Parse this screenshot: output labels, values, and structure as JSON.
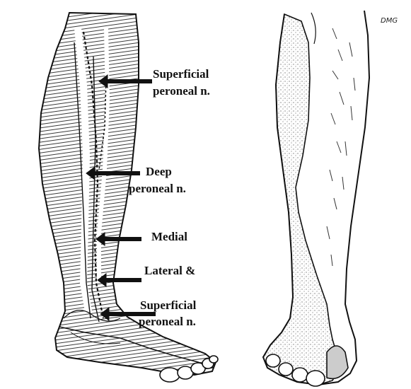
{
  "labels": {
    "superficial_1": "Superficial",
    "superficial_1b": "peroneal n.",
    "deep": "Deep",
    "deep_b": "peroneal n.",
    "medial": "Medial",
    "lateral": "Lateral &",
    "superficial_2": "Superficial",
    "superficial_2b": "peroneal n."
  },
  "signature": "DMG",
  "colors": {
    "ink": "#111111",
    "stipple": "#9a9a9a",
    "background": "#ffffff"
  }
}
